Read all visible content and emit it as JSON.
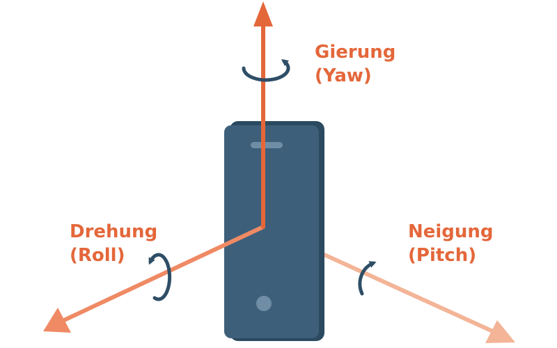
{
  "labels": {
    "yaw": {
      "name": "Gierung",
      "english": "(Yaw)"
    },
    "roll": {
      "name": "Drehung",
      "english": "(Roll)"
    },
    "pitch": {
      "name": "Neigung",
      "english": "(Pitch)"
    }
  },
  "colors": {
    "yaw_axis": "#e4673a",
    "roll_axis": "#ef8a64",
    "pitch_axis": "#f3b497",
    "label_text": "#e4673a",
    "phone_body": "#3d5f7a",
    "phone_edge": "#2b4a60",
    "phone_detail": "#6f8ea6",
    "rotation_arrow": "#2e4e66"
  },
  "icons": {
    "device": "smartphone-icon",
    "rotation": "curved-rotation-arrow-icon"
  }
}
